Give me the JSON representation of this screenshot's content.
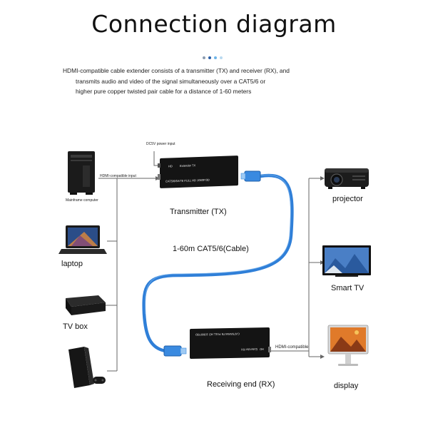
{
  "title": "Connection diagram",
  "intro": {
    "line1": "HDMI-compatible  cable extender consists of a transmitter (TX) and receiver (RX), and",
    "line2": "transmits audio and video of the              signal simultaneously over a CAT5/6 or",
    "line3": "higher pure copper twisted pair cable for a distance of 1-60 meters"
  },
  "transmitter": {
    "power_label": "DC5V power input",
    "input_label": "HDMI-compatible input",
    "front_text_a": "HD",
    "front_text_b": "Extender TX",
    "front_text_c": "CAT5/6/6A/7E FULL HD 1080P/3D",
    "caption": "Transmitter (TX)"
  },
  "cable_label": "1-60m CAT5/6(Cable)",
  "receiver": {
    "front_text_a": "HD",
    "front_text_b": "Extender RX",
    "front_text_c": "CAT5/6/6A/7E FULL HD 1080P/3D",
    "output_label": "HDMI-compatible",
    "caption": "Receiving end (RX)"
  },
  "sources": [
    {
      "icon": "mainframe-computer-icon",
      "label": "Mainframe computer"
    },
    {
      "icon": "laptop-icon",
      "label": "laptop"
    },
    {
      "icon": "tv-box-icon",
      "label": "TV box"
    },
    {
      "icon": "game-console-icon",
      "label": ""
    }
  ],
  "outputs": [
    {
      "icon": "projector-icon",
      "label": "projector"
    },
    {
      "icon": "smart-tv-icon",
      "label": "Smart TV"
    },
    {
      "icon": "display-icon",
      "label": "display"
    }
  ],
  "colors": {
    "cable": "#2f7fd8",
    "device_body": "#141414",
    "dot_1": "#8a9bb0",
    "dot_2": "#2a5fa8",
    "dot_3": "#6db4e8",
    "dot_4": "#b9d9f0"
  }
}
